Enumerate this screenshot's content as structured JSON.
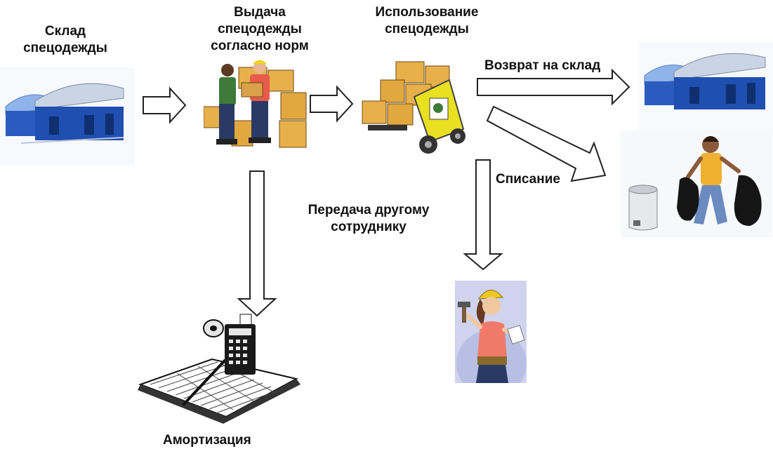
{
  "nodes": {
    "warehouse": {
      "lines": [
        "Склад",
        "спецодежды"
      ],
      "icon": "warehouse-icon"
    },
    "issue": {
      "lines": [
        "Выдача",
        "спецодежды",
        "согласно норм"
      ],
      "icon": "workers-with-boxes-icon"
    },
    "usage": {
      "lines": [
        "Использование",
        "спецодежды"
      ],
      "icon": "forklift-with-boxes-icon"
    },
    "return": {
      "label": "Возврат на склад",
      "icon": "warehouse-icon"
    },
    "writeoff": {
      "label": "Списание",
      "icon": "trash-disposal-icon"
    },
    "transfer": {
      "lines": [
        "Передача другому",
        "сотруднику"
      ],
      "icon": "female-worker-icon"
    },
    "depreciation": {
      "label": "Амортизация",
      "icon": "ledger-calculator-icon"
    }
  },
  "colors": {
    "roof": "#6b9be0",
    "wall": "#1f4fb0",
    "arrow_stroke": "#222222",
    "arrow_fill": "#ffffff",
    "box": "#e8b04a",
    "forklift": "#e8e020",
    "worker_bg": "#cfd3ee"
  }
}
